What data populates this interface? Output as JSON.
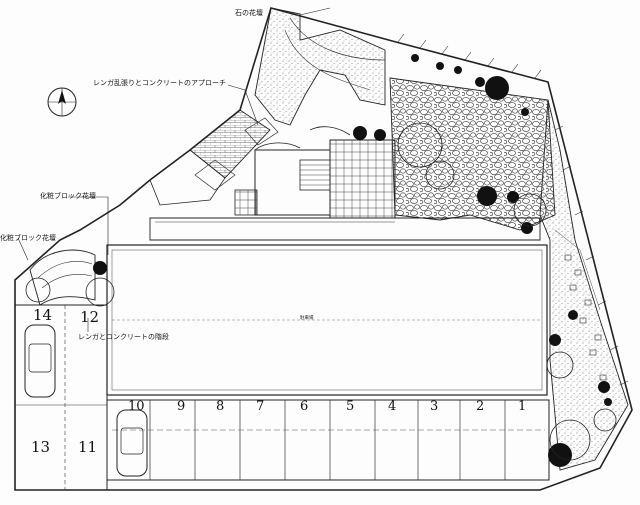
{
  "labels": {
    "stone_bed": "石の花壇",
    "approach": "レンガ乱張りとコンクリートのアプローチ",
    "block_bed_1": "化粧ブロック花壇",
    "block_bed_2": "化粧ブロック花壇",
    "stairs": "レンガとコンクリートの階段",
    "carport_note": "駐車場"
  },
  "spot_numbers": [
    "1",
    "2",
    "3",
    "4",
    "5",
    "6",
    "7",
    "8",
    "9",
    "10"
  ],
  "left_numbers": {
    "n14": "14",
    "n12": "12",
    "n13": "13",
    "n11": "11"
  }
}
